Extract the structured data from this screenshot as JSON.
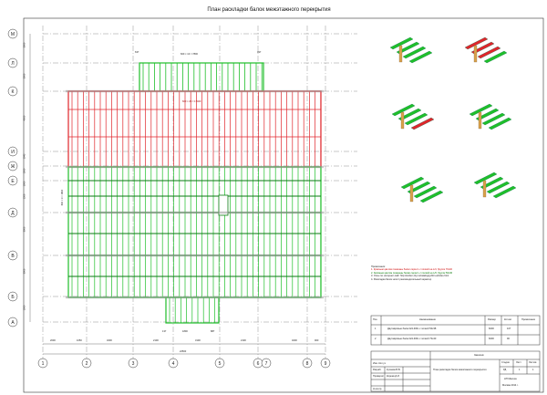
{
  "title": "План раскладки балок межэтажного перекрытия",
  "axes_letters": [
    "М",
    "Л",
    "К",
    "И",
    "Ж",
    "Е",
    "Д",
    "В",
    "Б",
    "А"
  ],
  "axes_numbers": [
    "1",
    "2",
    "3",
    "4",
    "5",
    "6",
    "7",
    "8",
    "9"
  ],
  "dims": {
    "top_upper": "600 × 13 = 7800",
    "top_red": "600 × 29 = 17400",
    "left_diag": "600 × 3 = 1800",
    "bottom_total": "22500",
    "bottom_segments": [
      "2000",
      "1050",
      "3200",
      "2100",
      "3100",
      "2100",
      "4000",
      "900"
    ],
    "left_segments": [
      "3000",
      "3000",
      "4000",
      "1045",
      "1000",
      "1000",
      "1500",
      "3000",
      "3000",
      "1000"
    ],
    "small_left_top": "637",
    "small_right_top": "997",
    "small_bottom_left": "137",
    "small_bottom_mid": "1800",
    "small_bottom_right": "887"
  },
  "notes": {
    "heading": "Примечания:",
    "line1": "1. Красным цветом показаны балки серии L с полкой на L/4, брусок 70х40",
    "line2": "2. Зелёным цветом показаны балки серии L с полкой на L/6, брусок 50х30",
    "line3": "3. Узлы см. интернет-сайт http://amber-city.ru/catalog/g-ibbn-articles.html",
    "line4": "4. Раскладка балок носит рекомендательный характер"
  },
  "spec_table": {
    "headers": [
      "Поз.",
      "Наименование",
      "Размер",
      "Кол-во",
      "Примечание"
    ],
    "rows": [
      [
        "1",
        "Двутавровые балки ЕЭ-300L с полкой 50х38",
        "6000",
        "107",
        ""
      ],
      [
        "2",
        "Двутавровые балки ЕЭ-300L с полкой 70х40",
        "6000",
        "90",
        ""
      ]
    ]
  },
  "stamp": {
    "customer": "Заказчик",
    "sheet_title": "План раскладки балок межэтажного перекрытия",
    "stage_label": "Стадия",
    "sheet_label": "Лист",
    "sheets_label": "Листов",
    "stage": "РД",
    "sheet": "1",
    "sheets": "1",
    "developed_label": "Разраб.",
    "developed_name": "Кулаков В.В.",
    "checked_label": "Проверил",
    "checked_name": "Киреев Д.И.",
    "org_line1": "НП Манчин",
    "org_line2": "Москва 2014 г.",
    "norm_label": "Н.контр.",
    "izm_label": "Изм.  Кол.уч"
  },
  "colors": {
    "green": "#1fbf2a",
    "dark_green": "#0a7a12",
    "red": "#e0252b",
    "axis": "#666666"
  }
}
